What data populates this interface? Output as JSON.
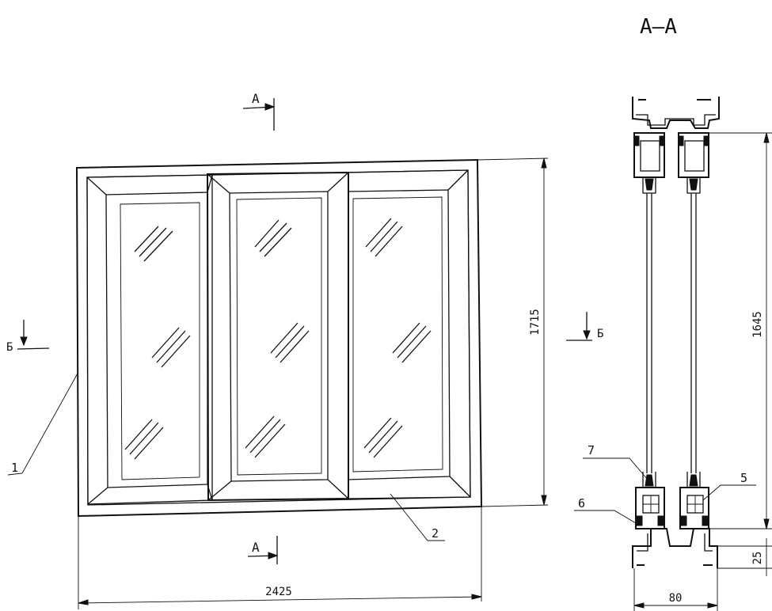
{
  "section_title": "А–А",
  "section_marks": {
    "top_a": "А",
    "bottom_a": "А",
    "left_b": "Б",
    "right_b": "Б"
  },
  "dimensions": {
    "width": "2425",
    "height": "1715",
    "section_height": "1645",
    "section_depth": "80",
    "section_offset": "25"
  },
  "callouts": [
    "1",
    "2",
    "5",
    "6",
    "7"
  ]
}
